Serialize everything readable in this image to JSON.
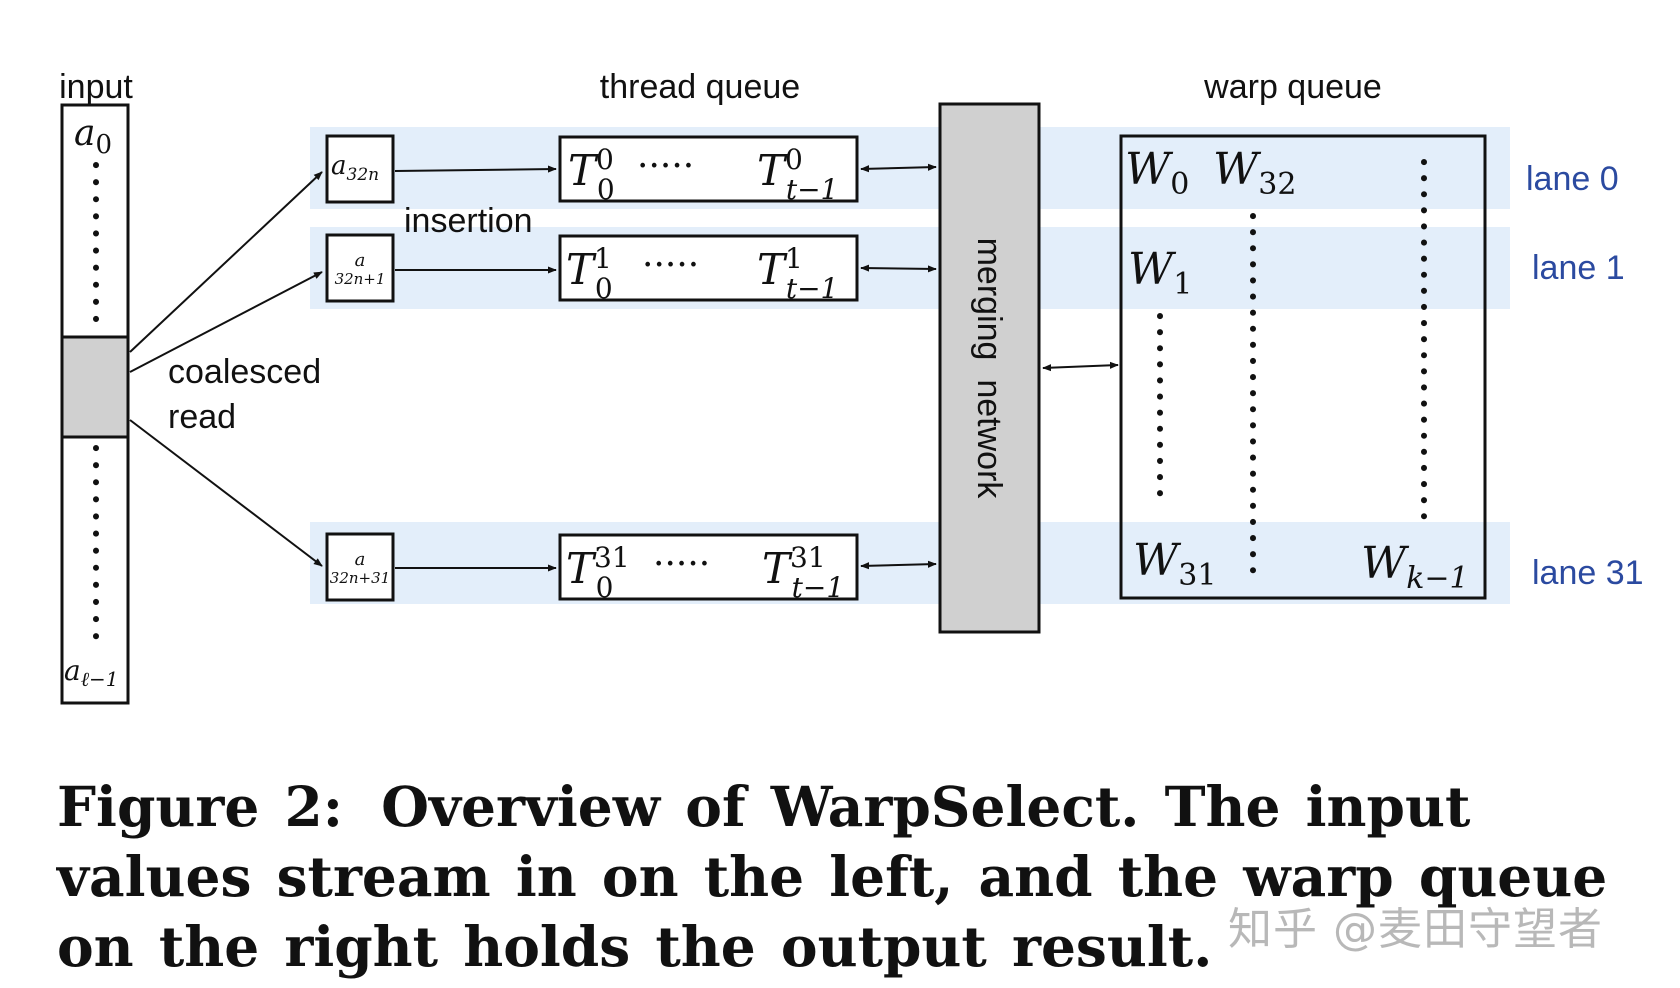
{
  "diagram": {
    "titles": {
      "input": "input",
      "thread_queue": "thread queue",
      "warp_queue": "warp queue"
    },
    "input_items": {
      "first": "a",
      "first_sub": "0",
      "last": "a",
      "last_sub": "ℓ−1"
    },
    "side_labels": {
      "insertion": "insertion",
      "coalesced": "coalesced",
      "read": "read",
      "merging_network": "merging  network"
    },
    "lanes": [
      {
        "label": "lane 0",
        "input_var": "a",
        "input_sub": "32n",
        "t_first_sup": "0",
        "t_first_sub": "0",
        "t_last_sup": "0",
        "t_last_sub": "t−1"
      },
      {
        "label": "lane 1",
        "input_var": "a",
        "input_sub": "32n+1",
        "t_first_sup": "1",
        "t_first_sub": "0",
        "t_last_sup": "1",
        "t_last_sub": "t−1"
      },
      {
        "label": "lane 31",
        "input_var": "a",
        "input_sub": "32n+31",
        "t_first_sup": "31",
        "t_first_sub": "0",
        "t_last_sup": "31",
        "t_last_sub": "t−1"
      }
    ],
    "thread_dots": "·····",
    "warp_entries": [
      {
        "var": "W",
        "sub": "0"
      },
      {
        "var": "W",
        "sub": "32"
      },
      {
        "var": "W",
        "sub": "1"
      },
      {
        "var": "W",
        "sub": "31"
      },
      {
        "var": "W",
        "sub": "k−1"
      }
    ],
    "colors": {
      "lane_band": "#e3eefa",
      "lane_label": "#2b4aa0",
      "merge_fill": "#d0d0d0",
      "input_highlight": "#d0d0d0",
      "stroke": "#111111"
    }
  },
  "caption": {
    "figure_label": "Figure 2:",
    "text": "Overview of WarpSelect. The input values stream in on the left, and the warp queue on the right holds the output result."
  },
  "watermark": "知乎 @麦田守望者"
}
